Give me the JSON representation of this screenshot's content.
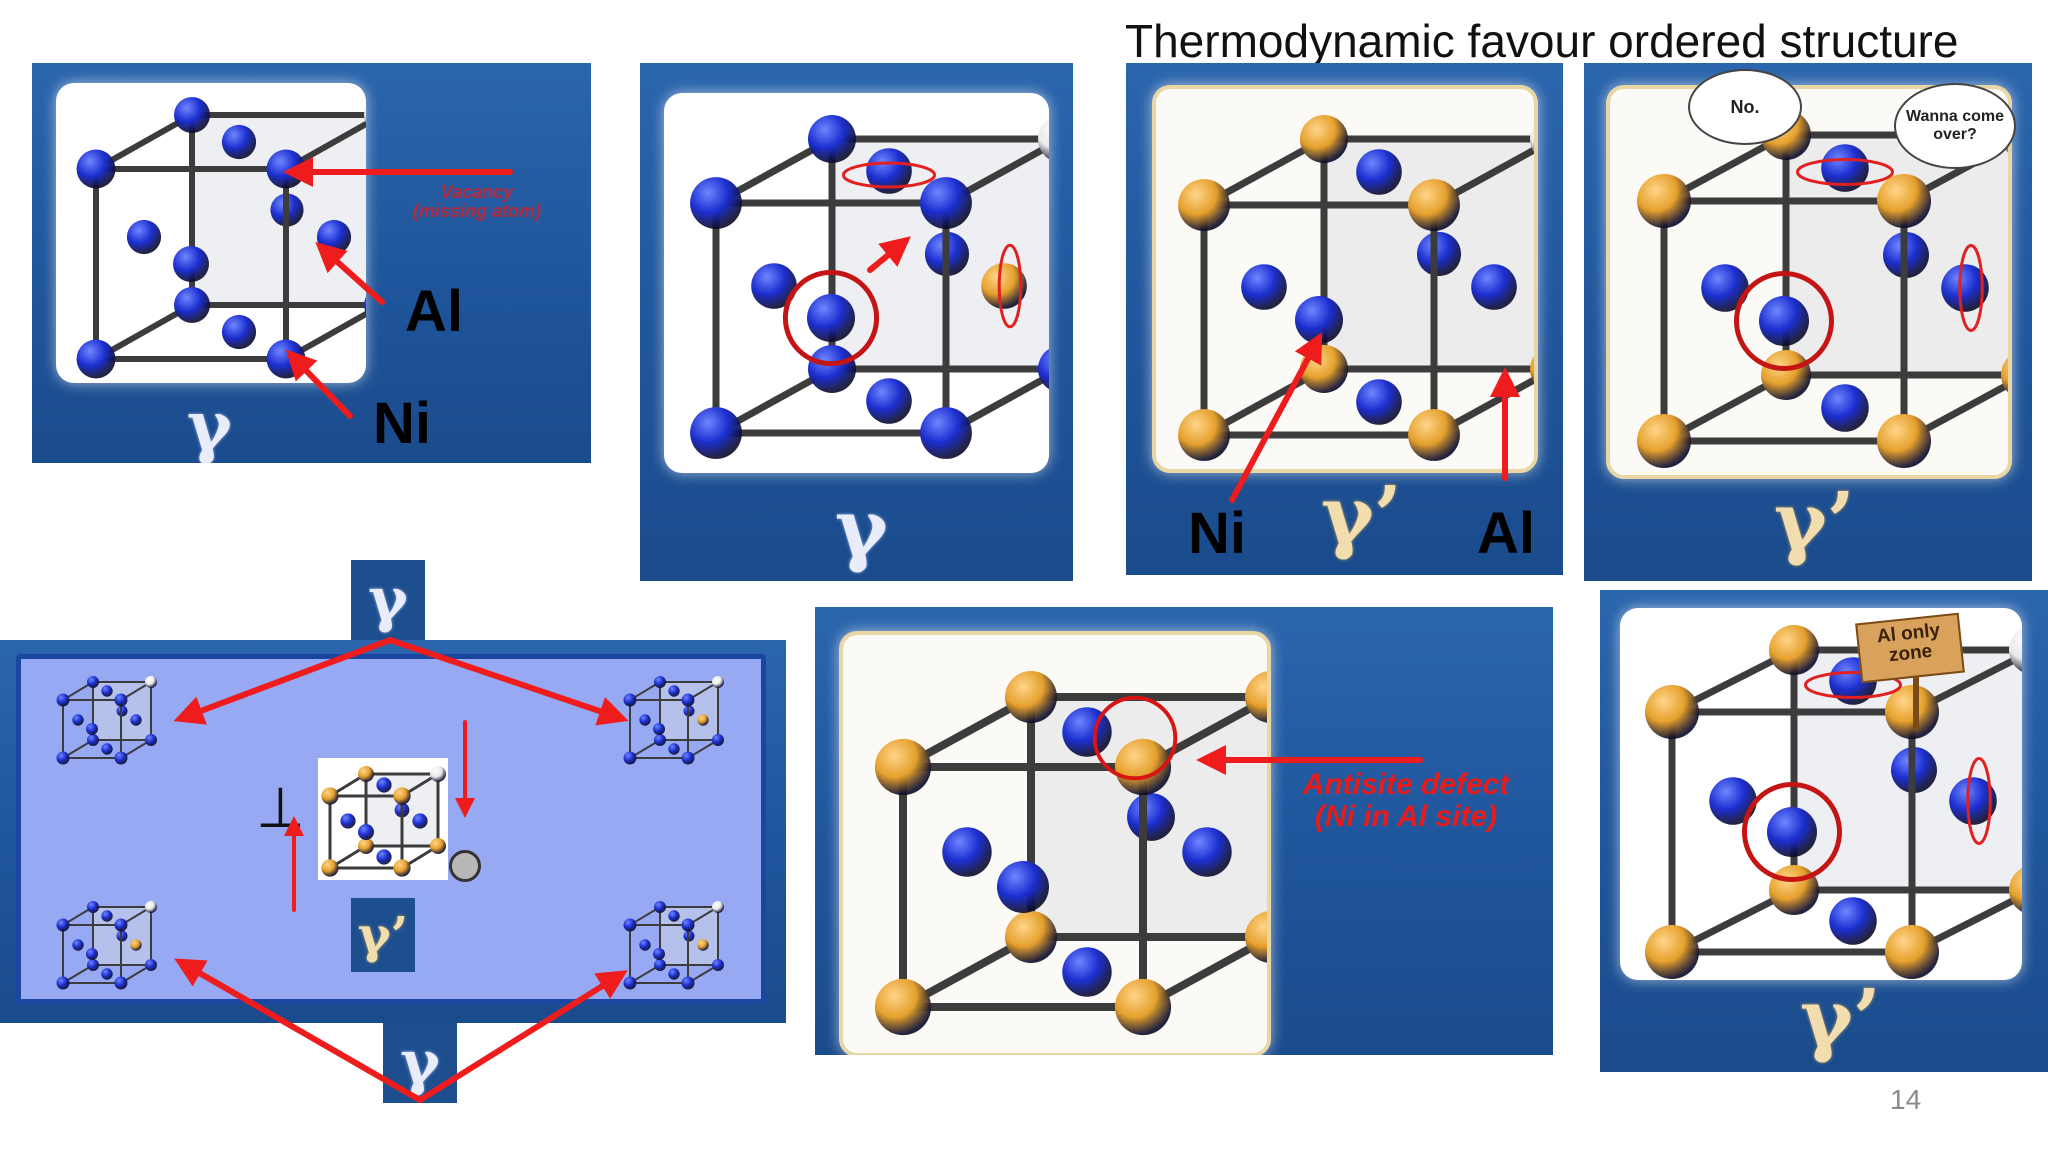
{
  "slide": {
    "title": "Thermodynamic favour ordered structure",
    "page_number": "14"
  },
  "panels": {
    "p1": {
      "gamma": "γ",
      "vacancy_text": "Vacancy\n(missing atom)",
      "label_al": "Al",
      "label_ni": "Ni"
    },
    "p2": {
      "gamma": "γ"
    },
    "p3": {
      "gamma": "γ’",
      "label_ni": "Ni",
      "label_al": "Al"
    },
    "p4": {
      "gamma": "γ’",
      "bubble_left": "No.",
      "bubble_right": "Wanna come over?"
    },
    "p5": {
      "gamma_top": "γ",
      "gamma_bottom": "γ",
      "gamma_center": "γ’",
      "dislocation_symbol": "⊥"
    },
    "p6": {
      "antisite_text": "Antisite defect\n(Ni in Al site)"
    },
    "p7": {
      "gamma": "γ’",
      "sign": "Al only zone"
    }
  },
  "colors": {
    "ni_atom": "#1c2fd0",
    "al_atom": "#e5a02c",
    "vacancy": "#e9e9e9",
    "arrow": "#ee1c1c",
    "panel_blue": "#2a62aa"
  }
}
